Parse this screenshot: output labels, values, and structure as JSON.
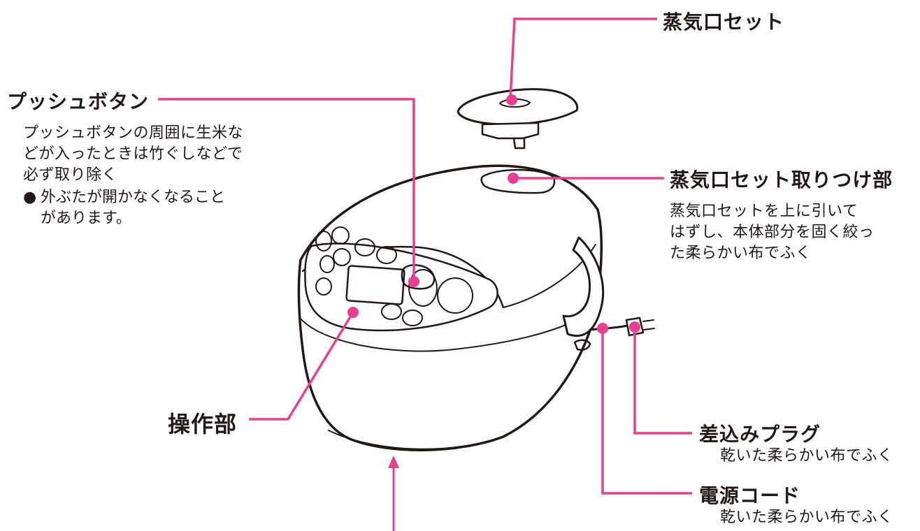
{
  "labels": {
    "steam_vent_set": {
      "title": "蒸気口セット"
    },
    "push_button": {
      "title": "プッシュボタン",
      "desc_lines": [
        "プッシュボタンの周囲に生米な",
        "どが入ったときは竹ぐしなどで",
        "必ず取り除く"
      ],
      "bullet_mark": "●",
      "bullet_lines": [
        "外ぶたが開かなくなること",
        "があります。"
      ]
    },
    "steam_vent_mount": {
      "title": "蒸気口セット取りつけ部",
      "desc_lines": [
        "蒸気口セットを上に引いて",
        "はずし、本体部分を固く絞っ",
        "た柔らかい布でふく"
      ]
    },
    "control_panel": {
      "title": "操作部"
    },
    "power_plug": {
      "title": "差込みプラグ",
      "desc": "乾いた柔らかい布でふく"
    },
    "power_cord": {
      "title": "電源コード",
      "desc": "乾いた柔らかい布でふく"
    }
  },
  "colors": {
    "leader": "#e8408f",
    "outline": "#231815",
    "body_fill": "#ffffff"
  }
}
